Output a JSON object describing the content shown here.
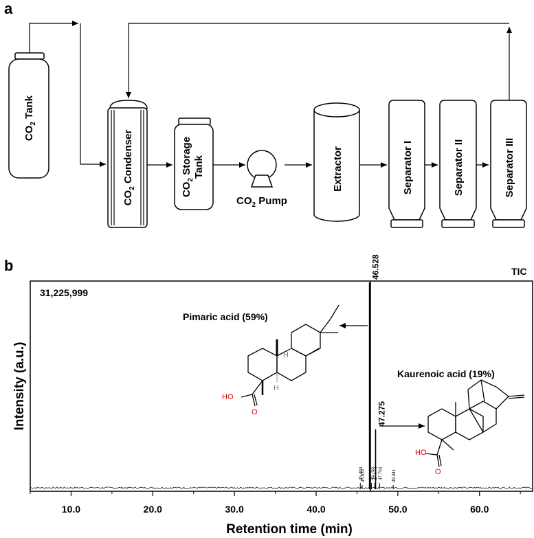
{
  "panel_a": {
    "label": "a",
    "co2_tank": {
      "pre": "CO",
      "sub": "2",
      "post": " Tank"
    },
    "condenser": {
      "pre": "CO",
      "sub": "2",
      "post": " Condenser"
    },
    "storage_line1": {
      "pre": "CO",
      "sub": "2",
      "post": " Storage"
    },
    "storage_line2": "Tank",
    "pump": {
      "pre": "CO",
      "sub": "2",
      "post": " Pump"
    },
    "extractor": "Extractor",
    "separator1": "Separator I",
    "separator2": "Separator II",
    "separator3": "Separator III"
  },
  "panel_b": {
    "label": "b",
    "tic_label": "TIC",
    "intensity_max": "31,225,999",
    "pimaric_label": "Pimaric acid (59%)",
    "kaurenoic_label": "Kaurenoic acid (19%)",
    "ho_pimaric": "HO",
    "o_pimaric": "O",
    "h_top": "H",
    "h_bottom": "H",
    "ho_kaurenoic": "HO",
    "o_kaurenoic": "O"
  },
  "chart_data": {
    "type": "line",
    "xlabel": "Retention time (min)",
    "ylabel": "Intensity (a.u.)",
    "xlim": [
      5,
      66.5
    ],
    "xticks": [
      "10.0",
      "20.0",
      "30.0",
      "40.0",
      "50.0",
      "60.0"
    ],
    "xtick_values": [
      10,
      20,
      30,
      40,
      50,
      60
    ],
    "ylim": [
      0,
      31225999
    ],
    "peaks": [
      {
        "rt": 46.528,
        "label": "46.528",
        "rel_intensity": 1.0
      },
      {
        "rt": 47.275,
        "label": "47.275",
        "rel_intensity": 0.29
      },
      {
        "rt": 45.404,
        "label": "45.404",
        "rel_intensity": 0.03
      },
      {
        "rt": 45.635,
        "label": "45.635",
        "rel_intensity": 0.02
      },
      {
        "rt": 46.765,
        "label": "46.765",
        "rel_intensity": 0.03
      },
      {
        "rt": 47.173,
        "label": "47.173",
        "rel_intensity": 0.03
      },
      {
        "rt": 47.764,
        "label": "47.764",
        "rel_intensity": 0.03
      },
      {
        "rt": 49.441,
        "label": "49.441",
        "rel_intensity": 0.02
      }
    ]
  }
}
